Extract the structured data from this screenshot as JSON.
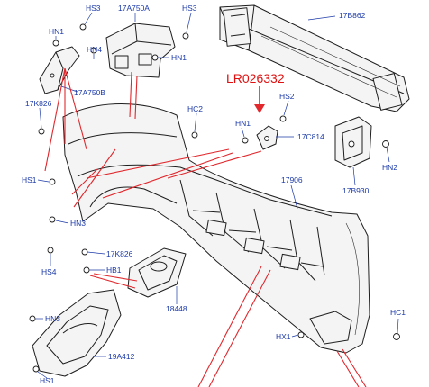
{
  "diagram": {
    "highlight_part": "LR026332",
    "colors": {
      "label": "#1c3aa9",
      "highlight": "#e01010",
      "leader_red": "#e0282d",
      "line": "#1e1e1e"
    },
    "labels": {
      "hs3_left": "HS3",
      "a17a750a": "17A750A",
      "hs3_right": "HS3",
      "b17b862": "17B862",
      "hn1_a": "HN1",
      "hn4": "HN4",
      "hn1_b": "HN1",
      "a17a750b": "17A750B",
      "hs2": "HS2",
      "k17k826_a": "17K826",
      "hc2": "HC2",
      "hn1_c": "HN1",
      "c17c814": "17C814",
      "hn2": "HN2",
      "hs1_a": "HS1",
      "n17906": "17906",
      "b17b930": "17B930",
      "hn3_a": "HN3",
      "k17k826_b": "17K826",
      "hs4": "HS4",
      "hb1": "HB1",
      "n18448": "18448",
      "hc1": "HC1",
      "hn3_b": "HN3",
      "hx1": "HX1",
      "a19a412": "19A412",
      "hs1_b": "HS1"
    }
  }
}
